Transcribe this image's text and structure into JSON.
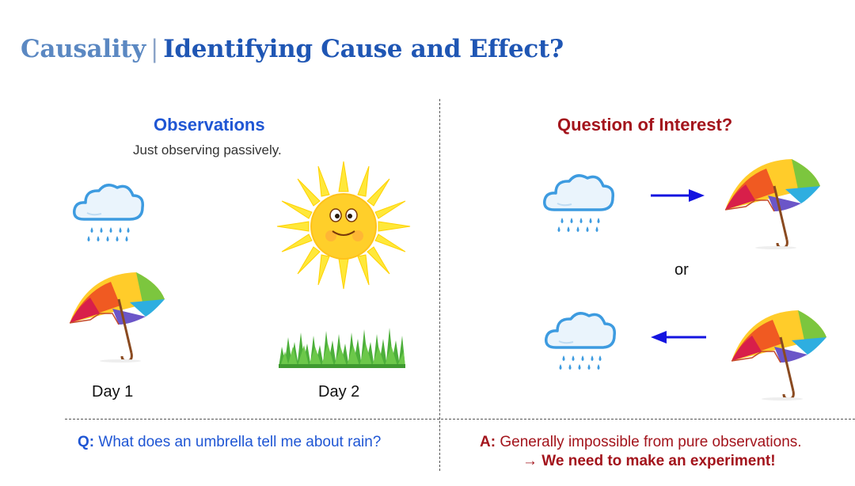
{
  "title": {
    "part1": "Causality",
    "separator": "|",
    "part2": "Identifying Cause and Effect?"
  },
  "left": {
    "heading": "Observations",
    "subheading": "Just observing passively.",
    "day1_label": "Day 1",
    "day2_label": "Day 2"
  },
  "right": {
    "heading": "Question of Interest?",
    "or_label": "or"
  },
  "bottom": {
    "q_prefix": "Q:",
    "q_text": "What does an umbrella tell me about rain?",
    "a_prefix": "A:",
    "a_text": "Generally impossible from pure observations.",
    "a_conclusion": "→ We need to make an experiment!"
  },
  "colors": {
    "title_light": "#5b88c2",
    "title_dark": "#1f56b4",
    "observations_blue": "#1f56d4",
    "question_red": "#a3141c",
    "arrow_blue": "#1414e0"
  },
  "icons": [
    "rain-cloud-icon",
    "umbrella-icon",
    "sun-icon",
    "grass-icon",
    "arrow-right-icon",
    "arrow-left-icon"
  ]
}
